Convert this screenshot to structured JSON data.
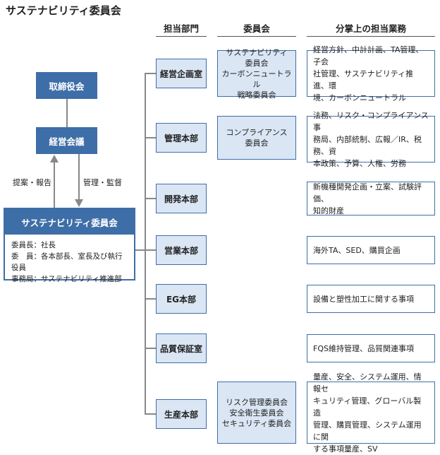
{
  "title": "サステナビリティ委員会",
  "headers": {
    "dept": "担当部門",
    "committee": "委員会",
    "duties": "分掌上の担当業務"
  },
  "board": "取締役会",
  "management_council": "経営会議",
  "arrows": {
    "up_label": "提案・報告",
    "down_label": "管理・監督"
  },
  "sustainability": {
    "name": "サステナビリティ委員会",
    "members": [
      "委員長：社長",
      "委　員：各本部長、室長及び執行役員",
      "事務局：サステナビリティ推進部"
    ]
  },
  "rows": [
    {
      "dept": "経営企画室",
      "committee": "サステナビリティ\n委員会\nカーボンニュートラル\n戦略委員会",
      "duties": "経営方針、中計計画、TA管理、子会\n社管理、サステナビリティ推進、環\n境、カーボンニュートラル"
    },
    {
      "dept": "管理本部",
      "committee": "コンプライアンス\n委員会",
      "duties": "法務、リスク・コンプライアンス事\n務局、内部統制、広報／IR、税務、資\n本政策、予算、人権、労務"
    },
    {
      "dept": "開発本部",
      "committee": "",
      "duties": "新機種開発企画・立案、試験評価、\n知的財産"
    },
    {
      "dept": "営業本部",
      "committee": "",
      "duties": "海外TA、SED、購買企画"
    },
    {
      "dept": "EG本部",
      "committee": "",
      "duties": "設備と塑性加工に関する事項"
    },
    {
      "dept": "品質保証室",
      "committee": "",
      "duties": "FQS維持管理、品質関連事項"
    },
    {
      "dept": "生産本部",
      "committee": "リスク管理委員会\n安全衛生委員会\nセキュリティ委員会",
      "duties": "量産、安全、システム運用、情報セ\nキュリティ管理、グローバル製造\n管理、購買管理、システム運用に関\nする事項量産、SV"
    }
  ]
}
